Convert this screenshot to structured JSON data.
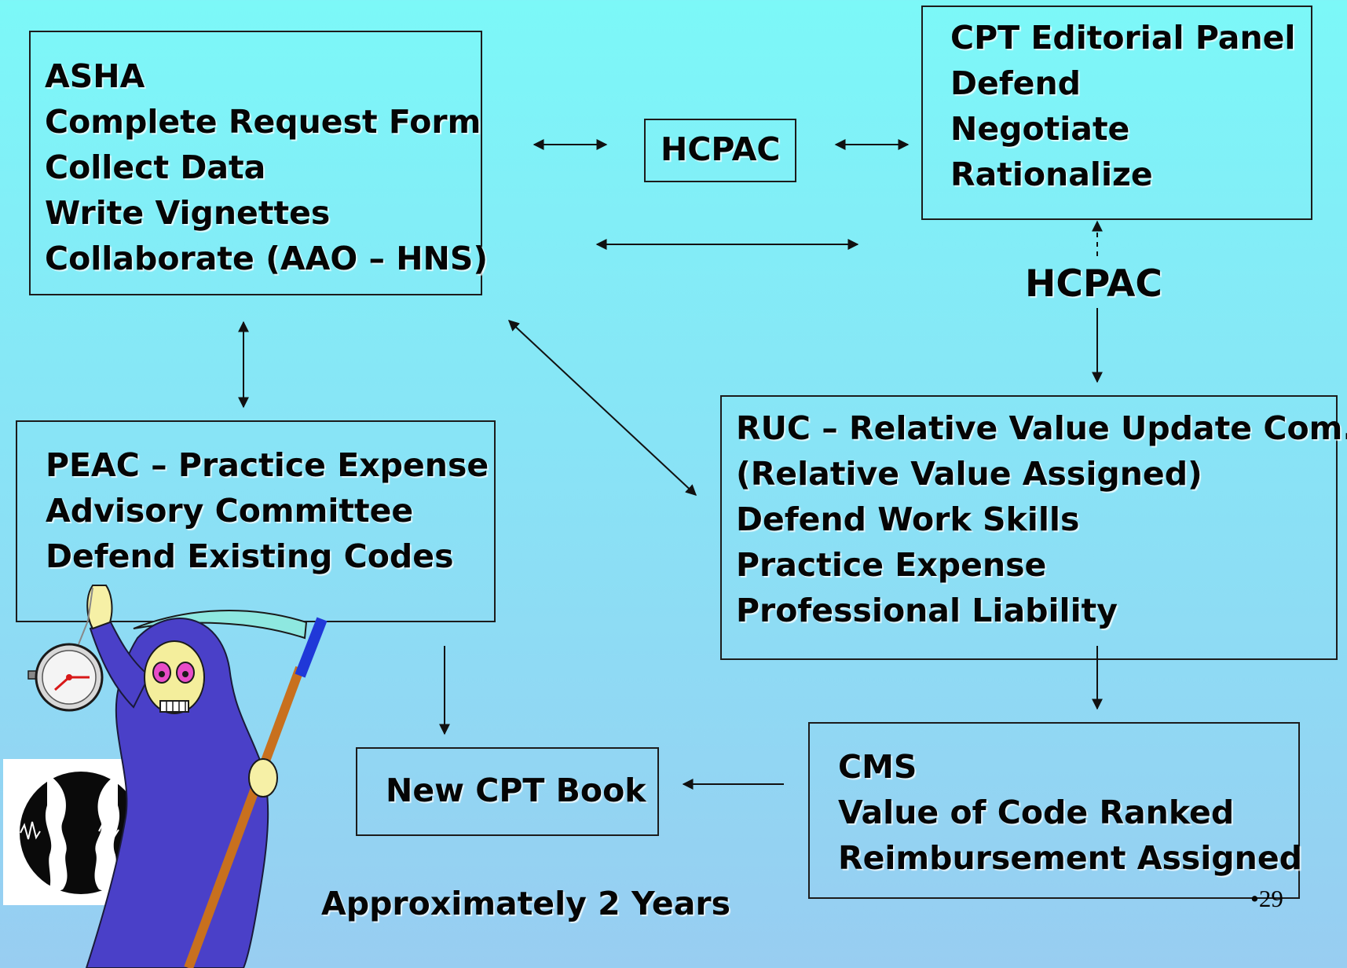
{
  "asha": {
    "lines": [
      "ASHA",
      "Complete Request Form",
      "Collect Data",
      "Write Vignettes",
      "Collaborate (AAO – HNS)"
    ]
  },
  "hcpac_center": {
    "label": "HCPAC"
  },
  "cpt_panel": {
    "lines": [
      "CPT Editorial Panel",
      "Defend",
      "Negotiate",
      "Rationalize"
    ]
  },
  "hcpac_right": {
    "label": "HCPAC"
  },
  "peac": {
    "lines": [
      "PEAC – Practice Expense",
      "Advisory Committee",
      "Defend Existing Codes"
    ]
  },
  "ruc": {
    "lines": [
      "RUC – Relative Value Update Com.",
      "(Relative Value Assigned)",
      "Defend Work Skills",
      "Practice Expense",
      "Professional Liability"
    ]
  },
  "cpt_book": {
    "label": "New CPT Book"
  },
  "cms": {
    "lines": [
      "CMS",
      "Value of Code Ranked",
      "Reimbursement Assigned"
    ]
  },
  "timeline": {
    "label": "Approximately 2 Years"
  },
  "slide_number": {
    "label": "29"
  },
  "colors": {
    "bg_top": "#7cf8f8",
    "bg_bottom": "#98cdf1",
    "robe": "#4a40c8",
    "scythe_handle": "#c8701e",
    "scythe_grip": "#2038d8",
    "blade": "#8ee8e0"
  }
}
